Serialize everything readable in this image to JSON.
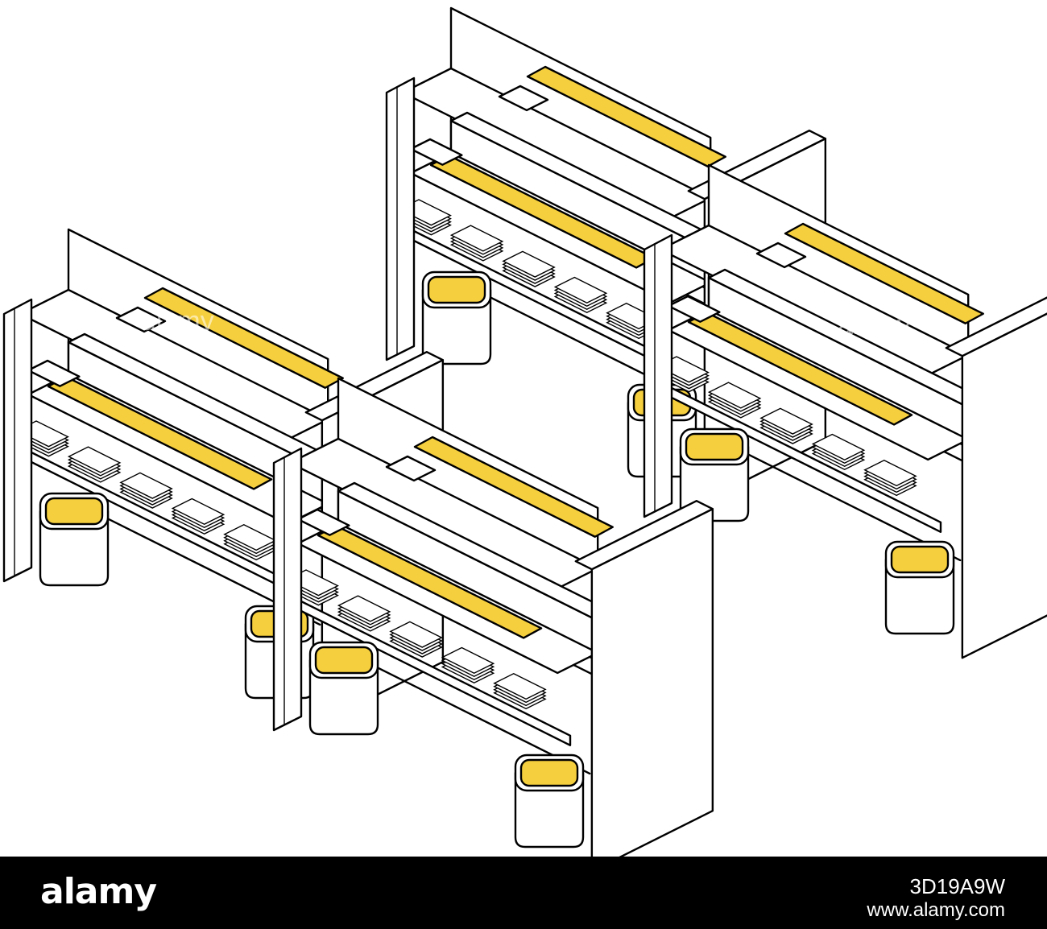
{
  "colors": {
    "accent": "#F5CF3E",
    "line": "#000000",
    "panel": "#FFFFFF",
    "footer_bg": "#000000",
    "footer_text": "#FFFFFF"
  },
  "illustration": {
    "cubicle_count": 4,
    "trash_bin_count": 8
  },
  "footer": {
    "logo": "alamy",
    "image_id": "3D19A9W",
    "url": "www.alamy.com"
  },
  "watermark": {
    "text": "alamy"
  }
}
